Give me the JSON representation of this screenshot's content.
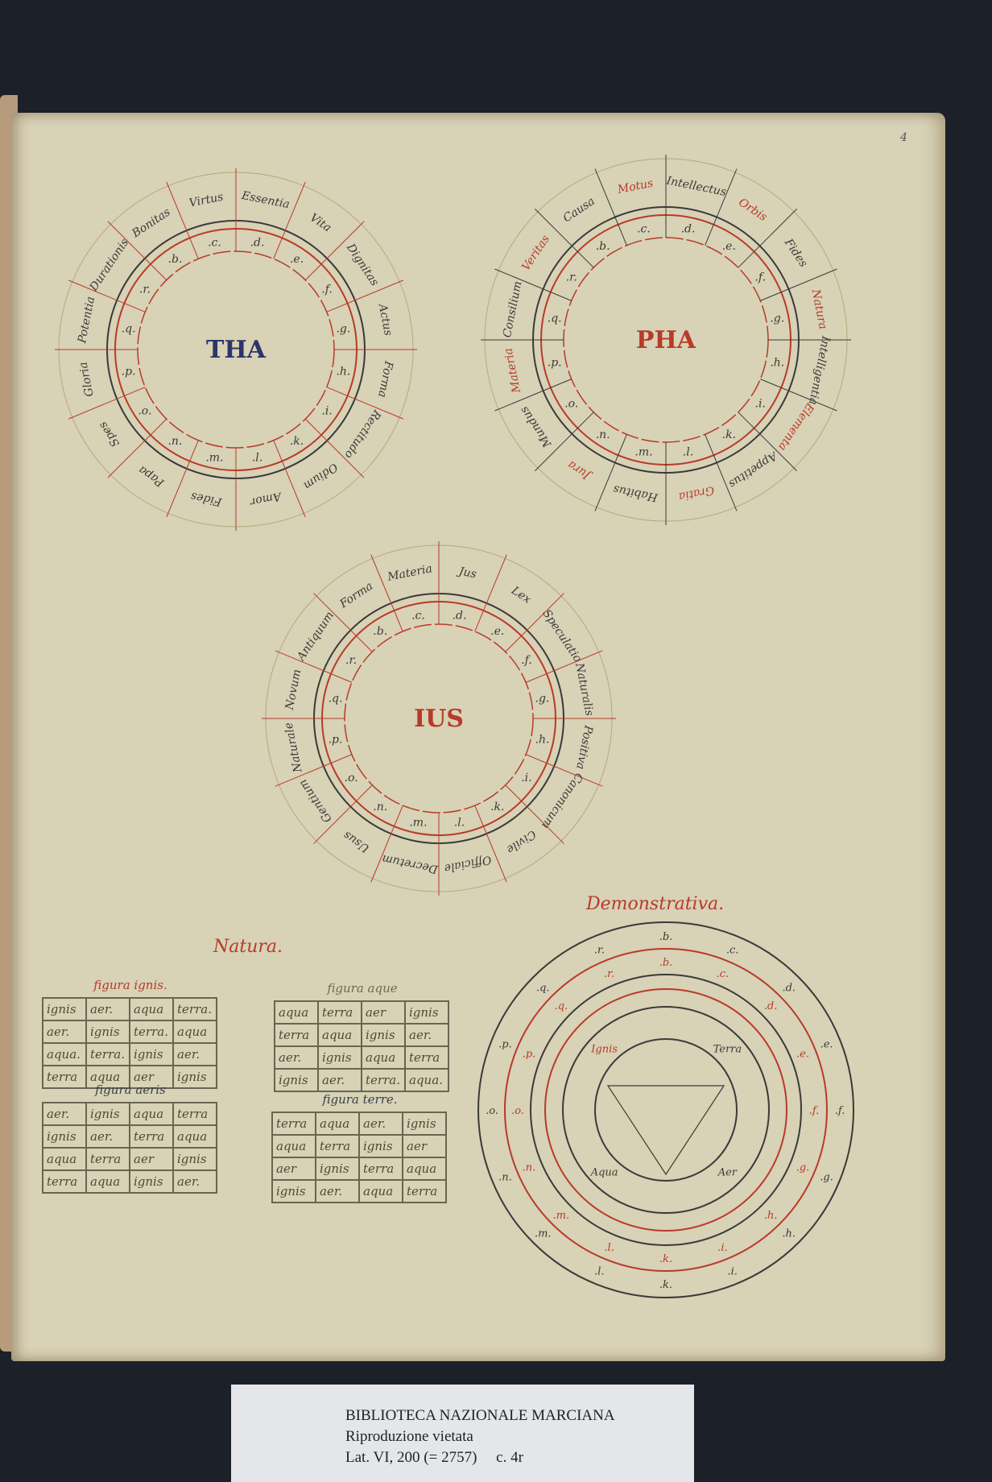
{
  "folio_number": "4",
  "circles": [
    {
      "id": "circle-1",
      "center_label": "THA",
      "letters": [
        "b",
        "c",
        "d",
        "e",
        "f",
        "g",
        "h",
        "i",
        "k",
        "l",
        "m",
        "n",
        "o",
        "p",
        "q",
        "r"
      ],
      "words": [
        "Bonitas",
        "Virtus",
        "Essentia",
        "Vita",
        "Dignitas",
        "Actus",
        "Forma",
        "Rectitudo",
        "Odium",
        "Amor",
        "Fides",
        "Papa",
        "Spes",
        "Gloria",
        "Potentia",
        "Durationis"
      ]
    },
    {
      "id": "circle-2",
      "center_label": "PHA",
      "letters": [
        "b",
        "c",
        "d",
        "e",
        "f",
        "g",
        "h",
        "i",
        "k",
        "l",
        "m",
        "n",
        "o",
        "p",
        "q",
        "r"
      ],
      "words": [
        "Causa",
        "Motus",
        "Intellectus",
        "Orbis",
        "Fides",
        "Natura",
        "Intelligentia",
        "Elementa",
        "Appetitus",
        "Gratia",
        "Habitus",
        "Jura",
        "Mundus",
        "Materia",
        "Consilium",
        "Veritas"
      ]
    },
    {
      "id": "circle-3",
      "center_label": "IUS",
      "letters": [
        "b",
        "c",
        "d",
        "e",
        "f",
        "g",
        "h",
        "i",
        "k",
        "l",
        "m",
        "n",
        "o",
        "p",
        "q",
        "r"
      ],
      "words": [
        "Forma",
        "Materia",
        "Jus",
        "Lex",
        "Speculatio",
        "Naturalis",
        "Positiva",
        "Canonicum",
        "Civile",
        "Officiale",
        "Decretum",
        "Usus",
        "Gentium",
        "Naturale",
        "Novum",
        "Antiquum"
      ]
    }
  ],
  "demonstrativa": {
    "title": "Demonstrativa.",
    "ring_letters": [
      "b",
      "c",
      "d",
      "e",
      "f",
      "g",
      "h",
      "i",
      "k",
      "l",
      "m",
      "n",
      "o",
      "p",
      "q",
      "r"
    ],
    "inner_words": [
      "Ignis",
      "Terra",
      "Aer",
      "Aqua"
    ]
  },
  "natura": {
    "title": "Natura.",
    "tables": [
      {
        "caption": "figura ignis.",
        "rows": [
          [
            "ignis",
            "aer.",
            "aqua",
            "terra."
          ],
          [
            "aer.",
            "ignis",
            "terra.",
            "aqua"
          ],
          [
            "aqua.",
            "terra.",
            "ignis",
            "aer."
          ],
          [
            "terra",
            "aqua",
            "aer",
            "ignis"
          ]
        ]
      },
      {
        "caption": "figura aeris",
        "rows": [
          [
            "aer.",
            "ignis",
            "aqua",
            "terra"
          ],
          [
            "ignis",
            "aer.",
            "terra",
            "aqua"
          ],
          [
            "aqua",
            "terra",
            "aer",
            "ignis"
          ],
          [
            "terra",
            "aqua",
            "ignis",
            "aer."
          ]
        ]
      },
      {
        "caption": "figura aque",
        "rows": [
          [
            "aqua",
            "terra",
            "aer",
            "ignis"
          ],
          [
            "terra",
            "aqua",
            "ignis",
            "aer."
          ],
          [
            "aer.",
            "ignis",
            "aqua",
            "terra"
          ],
          [
            "ignis",
            "aer.",
            "terra.",
            "aqua."
          ]
        ]
      },
      {
        "caption": "figura terre.",
        "rows": [
          [
            "terra",
            "aqua",
            "aer.",
            "ignis"
          ],
          [
            "aqua",
            "terra",
            "ignis",
            "aer"
          ],
          [
            "aer",
            "ignis",
            "terra",
            "aqua"
          ],
          [
            "ignis",
            "aer.",
            "aqua",
            "terra"
          ]
        ]
      }
    ]
  },
  "label": {
    "line1": "BIBLIOTECA NAZIONALE MARCIANA",
    "line2": "Riproduzione vietata",
    "line3": "Lat. VI, 200 (= 2757)     c. 4r"
  },
  "colors": {
    "red_ink": "#b83a2a",
    "dark_ink": "#3a3a3a",
    "parchment": "#d8d2b6",
    "background": "#1b2029"
  }
}
